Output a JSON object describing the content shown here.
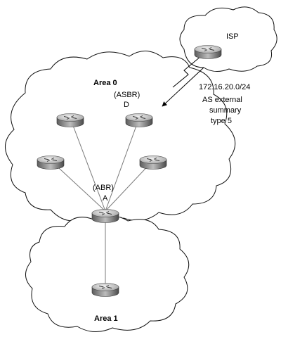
{
  "areas": {
    "area0": "Area 0",
    "area1": "Area 1"
  },
  "routers": {
    "isp": "ISP",
    "d_role": "(ASBR)",
    "d_name": "D",
    "a_role": "(ABR)",
    "a_name": "A"
  },
  "annotation": {
    "line1": "172.16.20.0/24",
    "line2": "AS external",
    "line3": "summary",
    "line4": "type 5"
  },
  "icons": {
    "router": "router-icon",
    "cloud": "cloud-shape"
  }
}
